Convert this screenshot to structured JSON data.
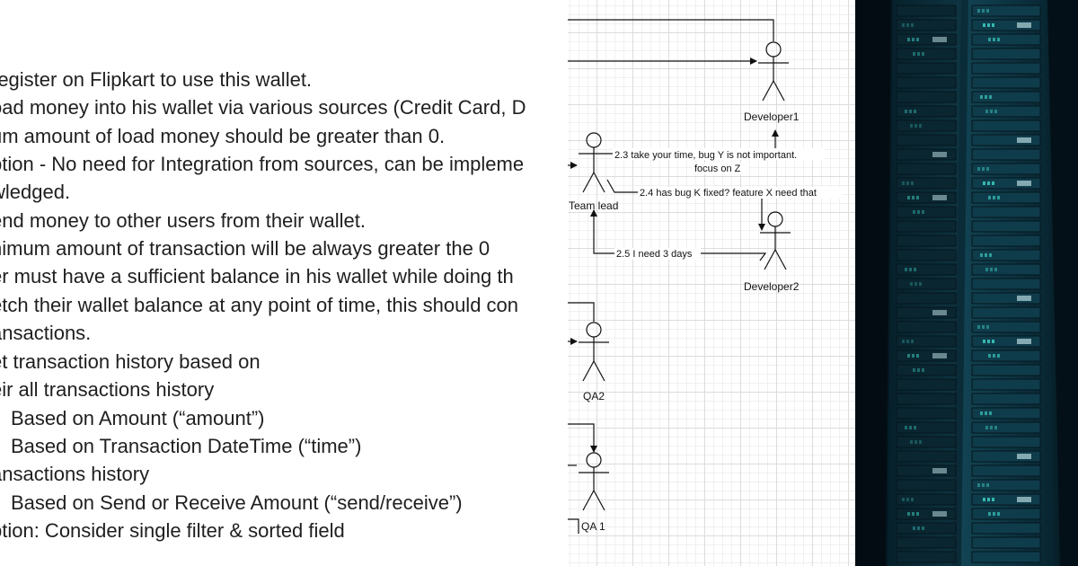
{
  "document": {
    "lines": [
      "register on Flipkart to use this wallet.",
      "oad money into his wallet via various sources (Credit Card, D",
      "um amount of load money should be greater than 0.",
      "ption - No need for Integration from sources, can be impleme",
      "wledged.",
      "end money to other users from their wallet.",
      "nimum amount of transaction will be always greater the 0",
      "er must have a sufficient balance in his wallet while doing th",
      "etch their wallet balance at any point of time, this should con",
      "ansactions.",
      "et transaction history based on",
      "eir all transactions history",
      "Based on Amount (“amount”)",
      "Based on Transaction DateTime (“time”)",
      "ansactions history",
      "Based on Send or Receive Amount (“send/receive”)",
      "ption: Consider single filter & sorted field"
    ]
  },
  "diagram": {
    "actors": {
      "developer1": "Developer1",
      "team_lead": "Team lead",
      "developer2": "Developer2",
      "qa2": "QA2",
      "qa1": "QA 1"
    },
    "messages": {
      "m23_line1": "2.3 take your time, bug Y is not important.",
      "m23_line2": "focus on Z",
      "m24": "2.4 has bug K fixed? feature X need that",
      "m25": "2.5 I need 3 days"
    }
  },
  "image": {
    "subject": "server racks in data center",
    "colors": {
      "base": "#04121a",
      "glow": "#3fd6c8",
      "rack": "#0b2a35"
    }
  }
}
